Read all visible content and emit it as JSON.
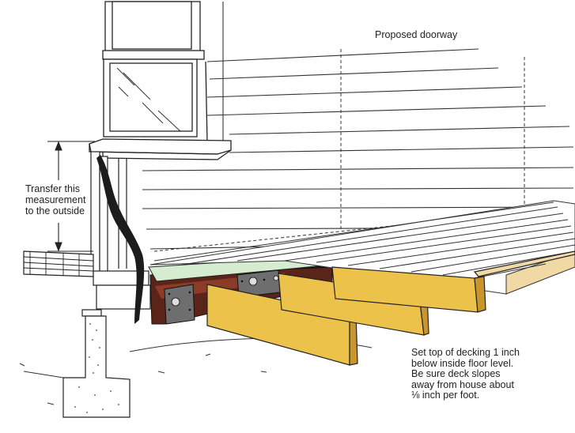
{
  "labels": {
    "proposed_doorway": "Proposed doorway",
    "transfer_measurement": [
      "Transfer this",
      "measurement",
      "to the outside"
    ],
    "deck_note": [
      "Set top of decking 1 inch",
      "below inside floor level.",
      "Be sure deck slopes",
      "away from house about",
      "⅛ inch per foot."
    ]
  },
  "colors": {
    "lumber": "#ecc24a",
    "lumber_shade": "#c9962c",
    "ledger": "#5a2419",
    "flashing": "#1c1c1c",
    "decking": "#f1d9a6",
    "trim_green": "#d6ecd0",
    "ink": "#222222"
  }
}
